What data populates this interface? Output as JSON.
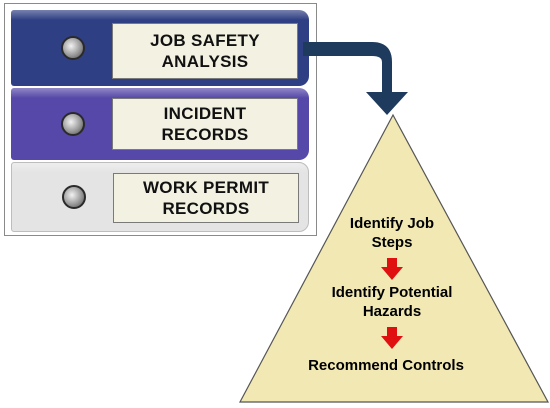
{
  "binders": [
    {
      "label": "JOB SAFETY\nANALYSIS",
      "color": "#2f3f83"
    },
    {
      "label": "INCIDENT\nRECORDS",
      "color": "#5548a8"
    },
    {
      "label": "WORK PERMIT\nRECORDS",
      "color": "#e4e4e4"
    }
  ],
  "steps": [
    {
      "label": "Identify Job\nSteps"
    },
    {
      "label": "Identify Potential\nHazards"
    },
    {
      "label": "Recommend Controls"
    }
  ],
  "colors": {
    "flow_arrow": "#1e3a5c",
    "triangle_fill": "#f1e8b3",
    "triangle_stroke": "#555555",
    "step_arrow": "#e01010"
  }
}
